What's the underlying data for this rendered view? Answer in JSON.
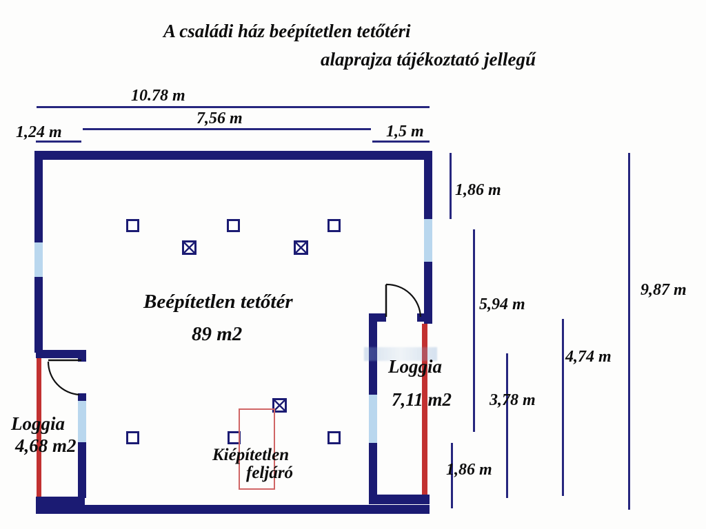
{
  "title": {
    "line1": "A családi ház beépítetlen tetőtéri",
    "line2": "alaprajza tájékoztató jellegű"
  },
  "dims_top": {
    "total_width": "10.78 m",
    "inner_width": "7,56 m",
    "left_offset": "1,24 m",
    "right_offset": "1,5 m"
  },
  "dims_right": {
    "seg_top": "1,86 m",
    "seg_main": "5,94 m",
    "seg_loggia": "3,78 m",
    "seg_474": "4,74 m",
    "total_height": "9,87 m",
    "seg_bottom": "1,86 m"
  },
  "rooms": {
    "attic_name": "Beépítetlen tetőtér",
    "attic_area": "89 m2",
    "loggia_right_name": "Loggia",
    "loggia_right_area": "7,11 m2",
    "loggia_left_name": "Loggia",
    "loggia_left_area": "4,68 m2",
    "stairs_line1": "Kiépítetlen",
    "stairs_line2": "feljáró"
  },
  "colors": {
    "wall": "#1b1b73",
    "window": "#b9d7ee",
    "open_edge": "#c23131",
    "stairs_outline": "#d06565",
    "dim_line": "#26267e",
    "text": "#0d0d0d"
  }
}
